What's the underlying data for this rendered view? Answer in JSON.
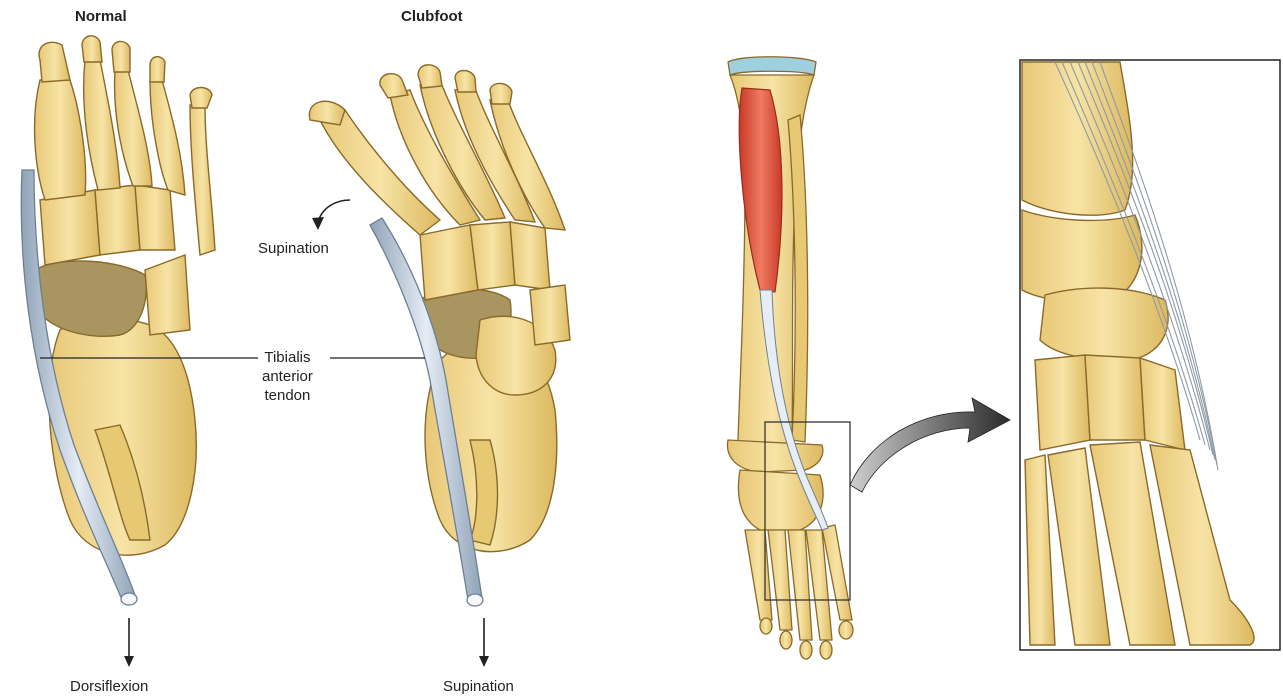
{
  "titles": {
    "normal": "Normal",
    "clubfoot": "Clubfoot"
  },
  "labels": {
    "supination_upper": "Supination",
    "tibialis_line1": "Tibialis",
    "tibialis_line2": "anterior",
    "tibialis_line3": "tendon",
    "dorsiflexion": "Dorsiflexion",
    "supination_lower": "Supination"
  },
  "colors": {
    "bone": "#f0d58c",
    "bone_shade": "#d9b45c",
    "bone_outline": "#8a6a2a",
    "tendon": "#c9d6e4",
    "tendon_outline": "#6f7f92",
    "muscle": "#e0503a",
    "cartilage": "#9fd0df",
    "talus_shade": "#a89560"
  }
}
